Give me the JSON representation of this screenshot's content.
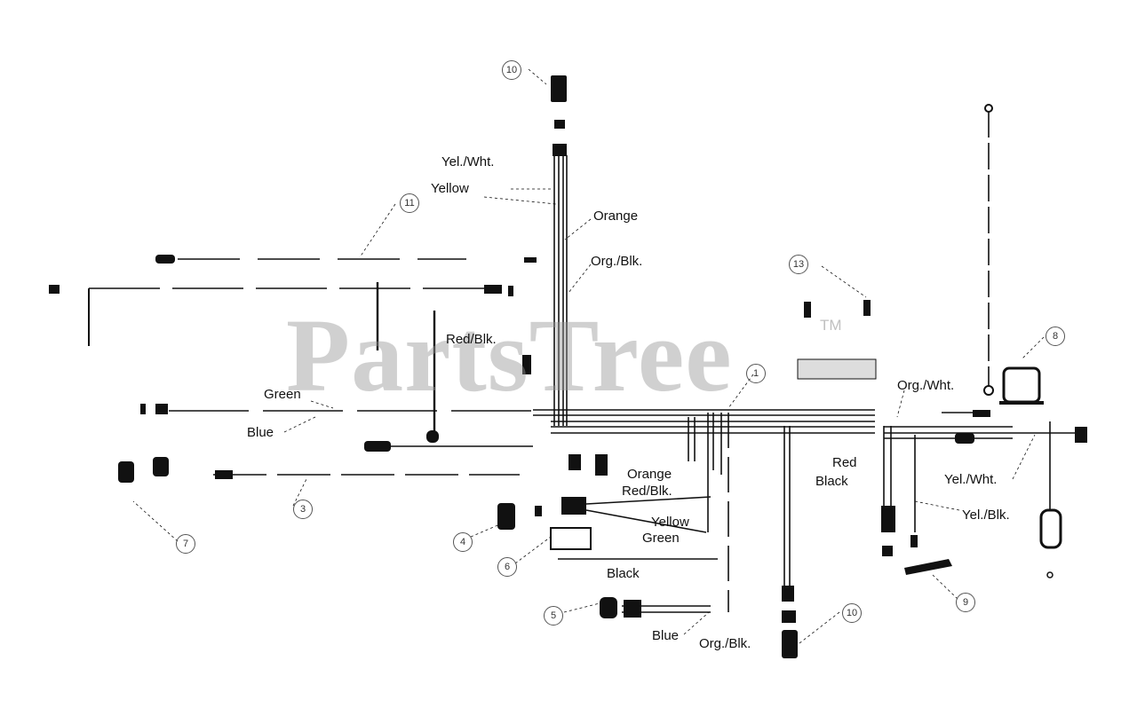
{
  "watermark": {
    "text": "PartsTree",
    "trademark": "TM"
  },
  "wire_labels": [
    {
      "id": "yel-wht-top",
      "text": "Yel./Wht."
    },
    {
      "id": "yellow-top",
      "text": "Yellow"
    },
    {
      "id": "orange-top",
      "text": "Orange"
    },
    {
      "id": "org-blk-top",
      "text": "Org./Blk."
    },
    {
      "id": "red-blk-left",
      "text": "Red/Blk."
    },
    {
      "id": "green-left",
      "text": "Green"
    },
    {
      "id": "blue-left",
      "text": "Blue"
    },
    {
      "id": "orange-mid",
      "text": "Orange"
    },
    {
      "id": "red-blk-mid",
      "text": "Red/Blk."
    },
    {
      "id": "yellow-mid",
      "text": "Yellow"
    },
    {
      "id": "green-mid",
      "text": "Green"
    },
    {
      "id": "black-mid",
      "text": "Black"
    },
    {
      "id": "blue-bottom",
      "text": "Blue"
    },
    {
      "id": "org-blk-bottom",
      "text": "Org./Blk."
    },
    {
      "id": "org-wht-right",
      "text": "Org./Wht."
    },
    {
      "id": "red-right",
      "text": "Red"
    },
    {
      "id": "black-right",
      "text": "Black"
    },
    {
      "id": "yel-wht-right",
      "text": "Yel./Wht."
    },
    {
      "id": "yel-blk-right",
      "text": "Yel./Blk."
    }
  ],
  "callouts": [
    {
      "id": "c10",
      "text": "10"
    },
    {
      "id": "c11",
      "text": "11"
    },
    {
      "id": "c13",
      "text": "13"
    },
    {
      "id": "c8",
      "text": "8"
    },
    {
      "id": "c1",
      "text": "1"
    },
    {
      "id": "c3",
      "text": "3"
    },
    {
      "id": "c7",
      "text": "7"
    },
    {
      "id": "c4",
      "text": "4"
    },
    {
      "id": "c6",
      "text": "6"
    },
    {
      "id": "c5",
      "text": "5"
    },
    {
      "id": "c10b",
      "text": "10"
    },
    {
      "id": "c9",
      "text": "9"
    }
  ]
}
